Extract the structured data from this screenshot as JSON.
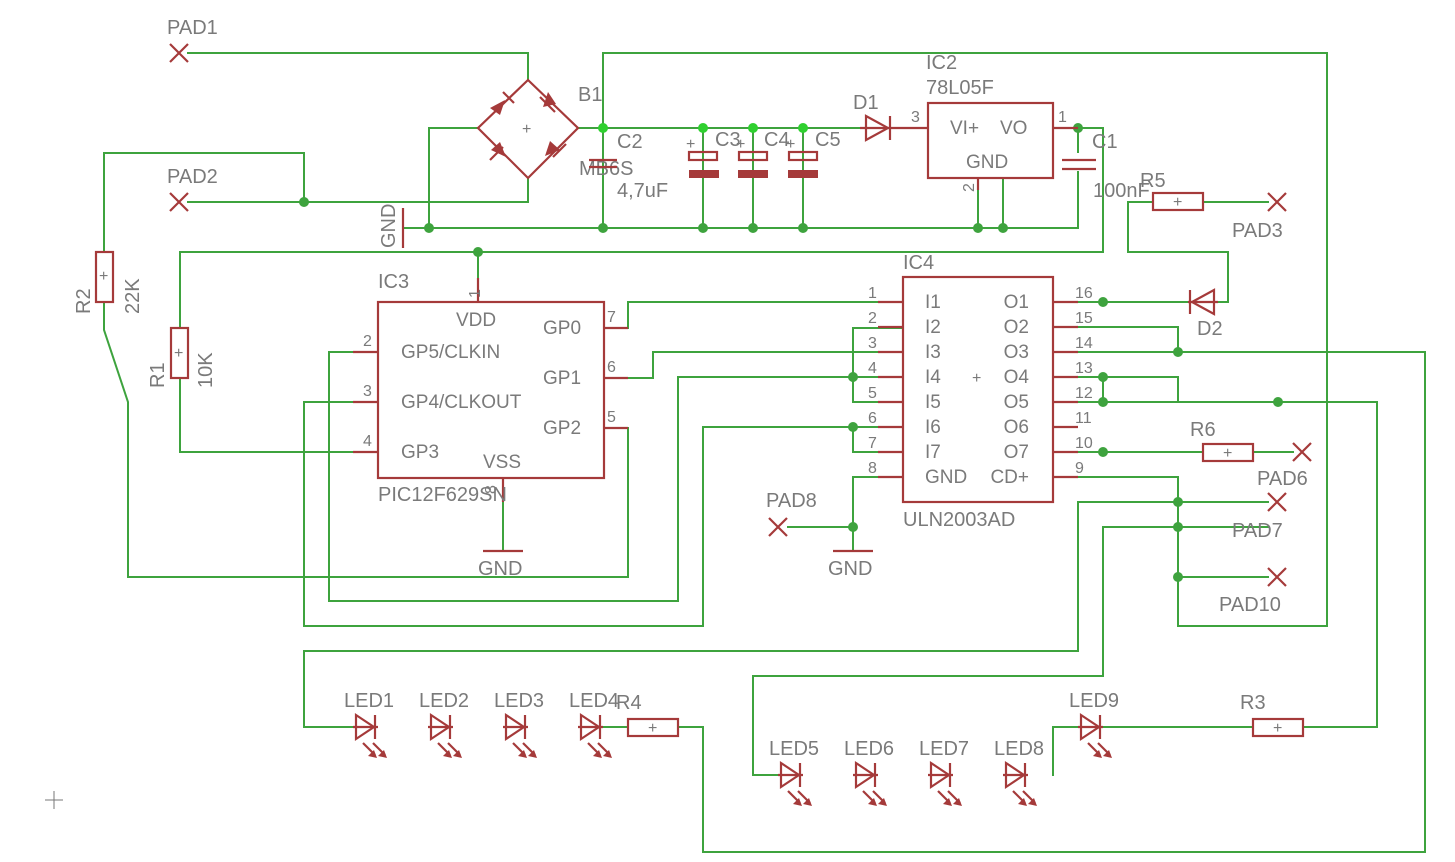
{
  "components": {
    "pad1": "PAD1",
    "pad2": "PAD2",
    "pad3": "PAD3",
    "pad6": "PAD6",
    "pad7": "PAD7",
    "pad8": "PAD8",
    "pad10": "PAD10",
    "b1": {
      "name": "B1",
      "value": "MB6S"
    },
    "c1": {
      "name": "C1",
      "value": "100nF"
    },
    "c2": {
      "name": "C2",
      "value": "4,7uF"
    },
    "c3": "C3",
    "c4": "C4",
    "c5": "C5",
    "d1": "D1",
    "d2": "D2",
    "ic2": {
      "name": "IC2",
      "value": "78L05F",
      "pins": {
        "vi": "VI+",
        "vo": "VO",
        "gnd": "GND",
        "p1": "1",
        "p2": "2",
        "p3": "3"
      }
    },
    "ic3": {
      "name": "IC3",
      "value": "PIC12F629SN",
      "pins": {
        "vdd": "VDD",
        "gp0": "GP0",
        "gp1": "GP1",
        "gp2": "GP2",
        "gp5": "GP5/CLKIN",
        "gp4": "GP4/CLKOUT",
        "gp3": "GP3",
        "vss": "VSS",
        "n1": "1",
        "n2": "2",
        "n3": "3",
        "n4": "4",
        "n5": "5",
        "n6": "6",
        "n7": "7",
        "n8": "8"
      }
    },
    "ic4": {
      "name": "IC4",
      "value": "ULN2003AD",
      "left_pins": [
        "I1",
        "I2",
        "I3",
        "I4",
        "I5",
        "I6",
        "I7",
        "GND"
      ],
      "left_nums": [
        "1",
        "2",
        "3",
        "4",
        "5",
        "6",
        "7",
        "8"
      ],
      "right_pins": [
        "O1",
        "O2",
        "O3",
        "O4",
        "O5",
        "O6",
        "O7",
        "CD+"
      ],
      "right_nums": [
        "16",
        "15",
        "14",
        "13",
        "12",
        "11",
        "10",
        "9"
      ]
    },
    "r1": {
      "name": "R1",
      "value": "10K"
    },
    "r2": {
      "name": "R2",
      "value": "22K"
    },
    "r3": "R3",
    "r4": "R4",
    "r5": "R5",
    "r6": "R6",
    "leds": [
      "LED1",
      "LED2",
      "LED3",
      "LED4",
      "LED5",
      "LED6",
      "LED7",
      "LED8",
      "LED9"
    ],
    "gnd": "GND"
  }
}
